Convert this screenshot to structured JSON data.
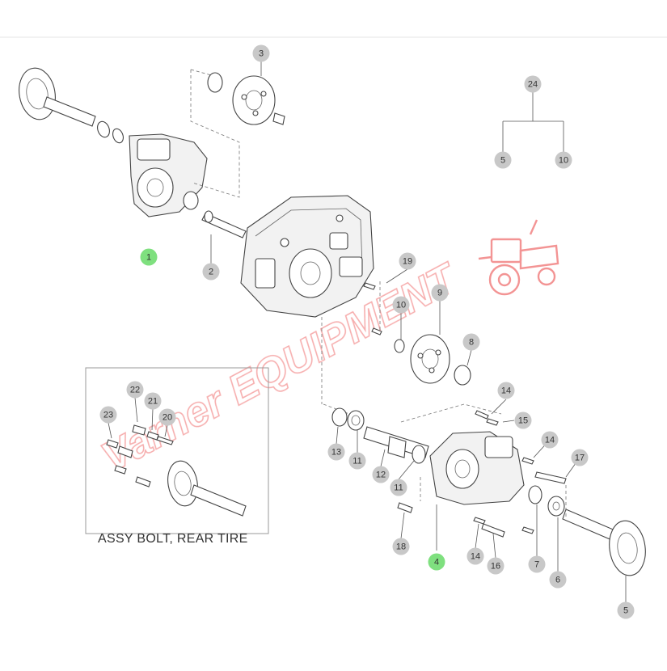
{
  "diagram": {
    "callouts": [
      {
        "id": "c24",
        "label": "24",
        "highlight": false
      },
      {
        "id": "c5a",
        "label": "5",
        "highlight": false
      },
      {
        "id": "c10a",
        "label": "10",
        "highlight": false
      },
      {
        "id": "c3",
        "label": "3",
        "highlight": false
      },
      {
        "id": "c1",
        "label": "1",
        "highlight": true
      },
      {
        "id": "c2",
        "label": "2",
        "highlight": false
      },
      {
        "id": "c19",
        "label": "19",
        "highlight": false
      },
      {
        "id": "c9",
        "label": "9",
        "highlight": false
      },
      {
        "id": "c10b",
        "label": "10",
        "highlight": false
      },
      {
        "id": "c8",
        "label": "8",
        "highlight": false
      },
      {
        "id": "c14a",
        "label": "14",
        "highlight": false
      },
      {
        "id": "c15",
        "label": "15",
        "highlight": false
      },
      {
        "id": "c14b",
        "label": "14",
        "highlight": false
      },
      {
        "id": "c17",
        "label": "17",
        "highlight": false
      },
      {
        "id": "c13",
        "label": "13",
        "highlight": false
      },
      {
        "id": "c11a",
        "label": "11",
        "highlight": false
      },
      {
        "id": "c12",
        "label": "12",
        "highlight": false
      },
      {
        "id": "c11b",
        "label": "11",
        "highlight": false
      },
      {
        "id": "c18",
        "label": "18",
        "highlight": false
      },
      {
        "id": "c4",
        "label": "4",
        "highlight": true
      },
      {
        "id": "c14c",
        "label": "14",
        "highlight": false
      },
      {
        "id": "c16",
        "label": "16",
        "highlight": false
      },
      {
        "id": "c7",
        "label": "7",
        "highlight": false
      },
      {
        "id": "c6",
        "label": "6",
        "highlight": false
      },
      {
        "id": "c5b",
        "label": "5",
        "highlight": false
      },
      {
        "id": "c22",
        "label": "22",
        "highlight": false
      },
      {
        "id": "c21",
        "label": "21",
        "highlight": false
      },
      {
        "id": "c20",
        "label": "20",
        "highlight": false
      },
      {
        "id": "c23",
        "label": "23",
        "highlight": false
      }
    ],
    "inset_caption": "ASSY BOLT, REAR TIRE",
    "watermark_text": "Varner EQUIPMENT"
  },
  "colors": {
    "callout_fill": "#c8c8c8",
    "callout_highlight": "#7fe07f",
    "line": "#444444",
    "watermark": "#f07a7a"
  }
}
